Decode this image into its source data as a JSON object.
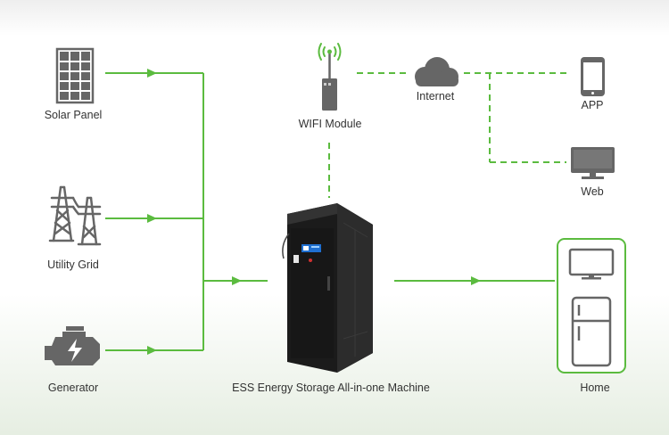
{
  "nodes": {
    "solar_panel": "Solar Panel",
    "utility_grid": "Utility Grid",
    "generator": "Generator",
    "wifi_module": "WIFI Module",
    "internet": "Internet",
    "app": "APP",
    "web": "Web",
    "ess_machine": "ESS Energy Storage All-in-one Machine",
    "home": "Home"
  },
  "colors": {
    "line": "#5bbb3f",
    "icon": "#666666",
    "cabinet": "#1f1f1f",
    "home_border": "#5bbb3f"
  },
  "icons": [
    "solar-panel-icon",
    "transmission-tower-icon",
    "engine-icon",
    "router-icon",
    "cloud-icon",
    "phone-icon",
    "monitor-icon",
    "tv-icon",
    "fridge-icon",
    "cabinet-icon"
  ]
}
